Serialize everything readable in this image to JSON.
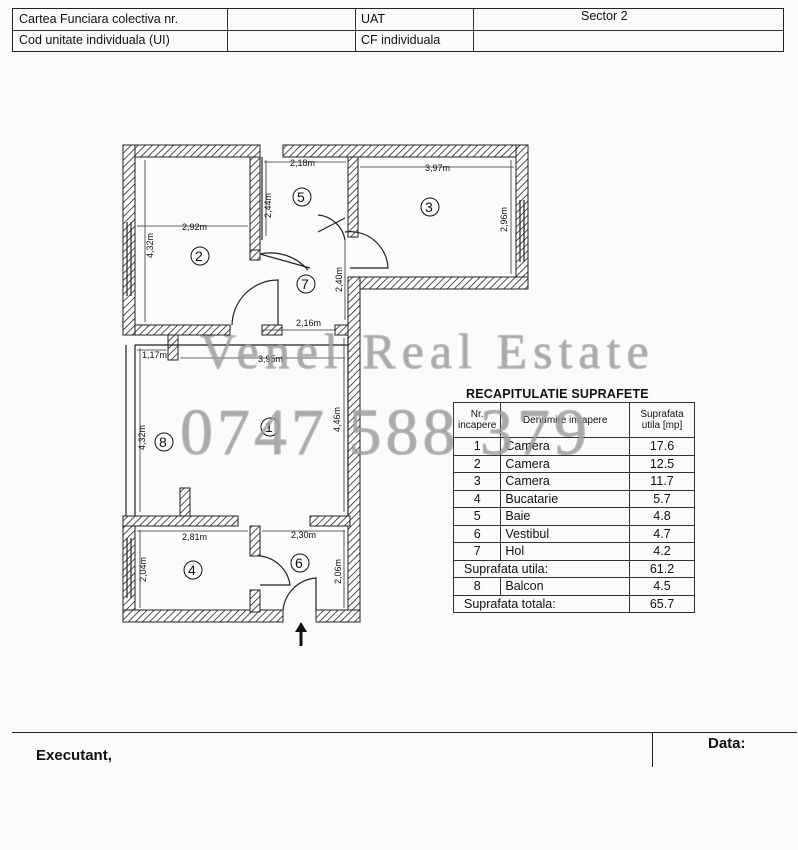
{
  "header": {
    "row1": {
      "label": "Cartea Funciara colectiva  nr.",
      "uat_label": "UAT",
      "uat_value": "Sector 2"
    },
    "row2": {
      "label": "Cod unitate individuala (UI)",
      "cf_label": "CF individuala"
    }
  },
  "plan": {
    "dimensions": [
      "2,18m",
      "3,97m",
      "2,44m",
      "2,92m",
      "4,32m",
      "2,96m",
      "2,40m",
      "2,16m",
      "1,17m",
      "3,95m",
      "4,32m",
      "4,46m",
      "2,81m",
      "2,30m",
      "2,04m",
      "2,06m"
    ],
    "room_numbers": [
      "1",
      "2",
      "3",
      "4",
      "5",
      "6",
      "7",
      "8"
    ]
  },
  "recap": {
    "title": "RECAPITULATIE SUPRAFETE",
    "headers": {
      "nr": "Nr. incapere",
      "name": "Denumire incapere",
      "area": "Suprafata utila [mp]"
    },
    "rows": [
      {
        "nr": "1",
        "name": "Camera",
        "area": "17.6"
      },
      {
        "nr": "2",
        "name": "Camera",
        "area": "12.5"
      },
      {
        "nr": "3",
        "name": "Camera",
        "area": "11.7"
      },
      {
        "nr": "4",
        "name": "Bucatarie",
        "area": "5.7"
      },
      {
        "nr": "5",
        "name": "Baie",
        "area": "4.8"
      },
      {
        "nr": "6",
        "name": "Vestibul",
        "area": "4.7"
      },
      {
        "nr": "7",
        "name": "Hol",
        "area": "4.2"
      }
    ],
    "utila_label": "Suprafata utila:",
    "utila_value": "61.2",
    "balcon": {
      "nr": "8",
      "name": "Balcon",
      "area": "4.5"
    },
    "totala_label": "Suprafata totala:",
    "totala_value": "65.7"
  },
  "footer": {
    "executant": "Executant,",
    "data": "Data:"
  },
  "watermark": {
    "line1": "Venel Real Estate",
    "line2": "0747 588 379"
  }
}
